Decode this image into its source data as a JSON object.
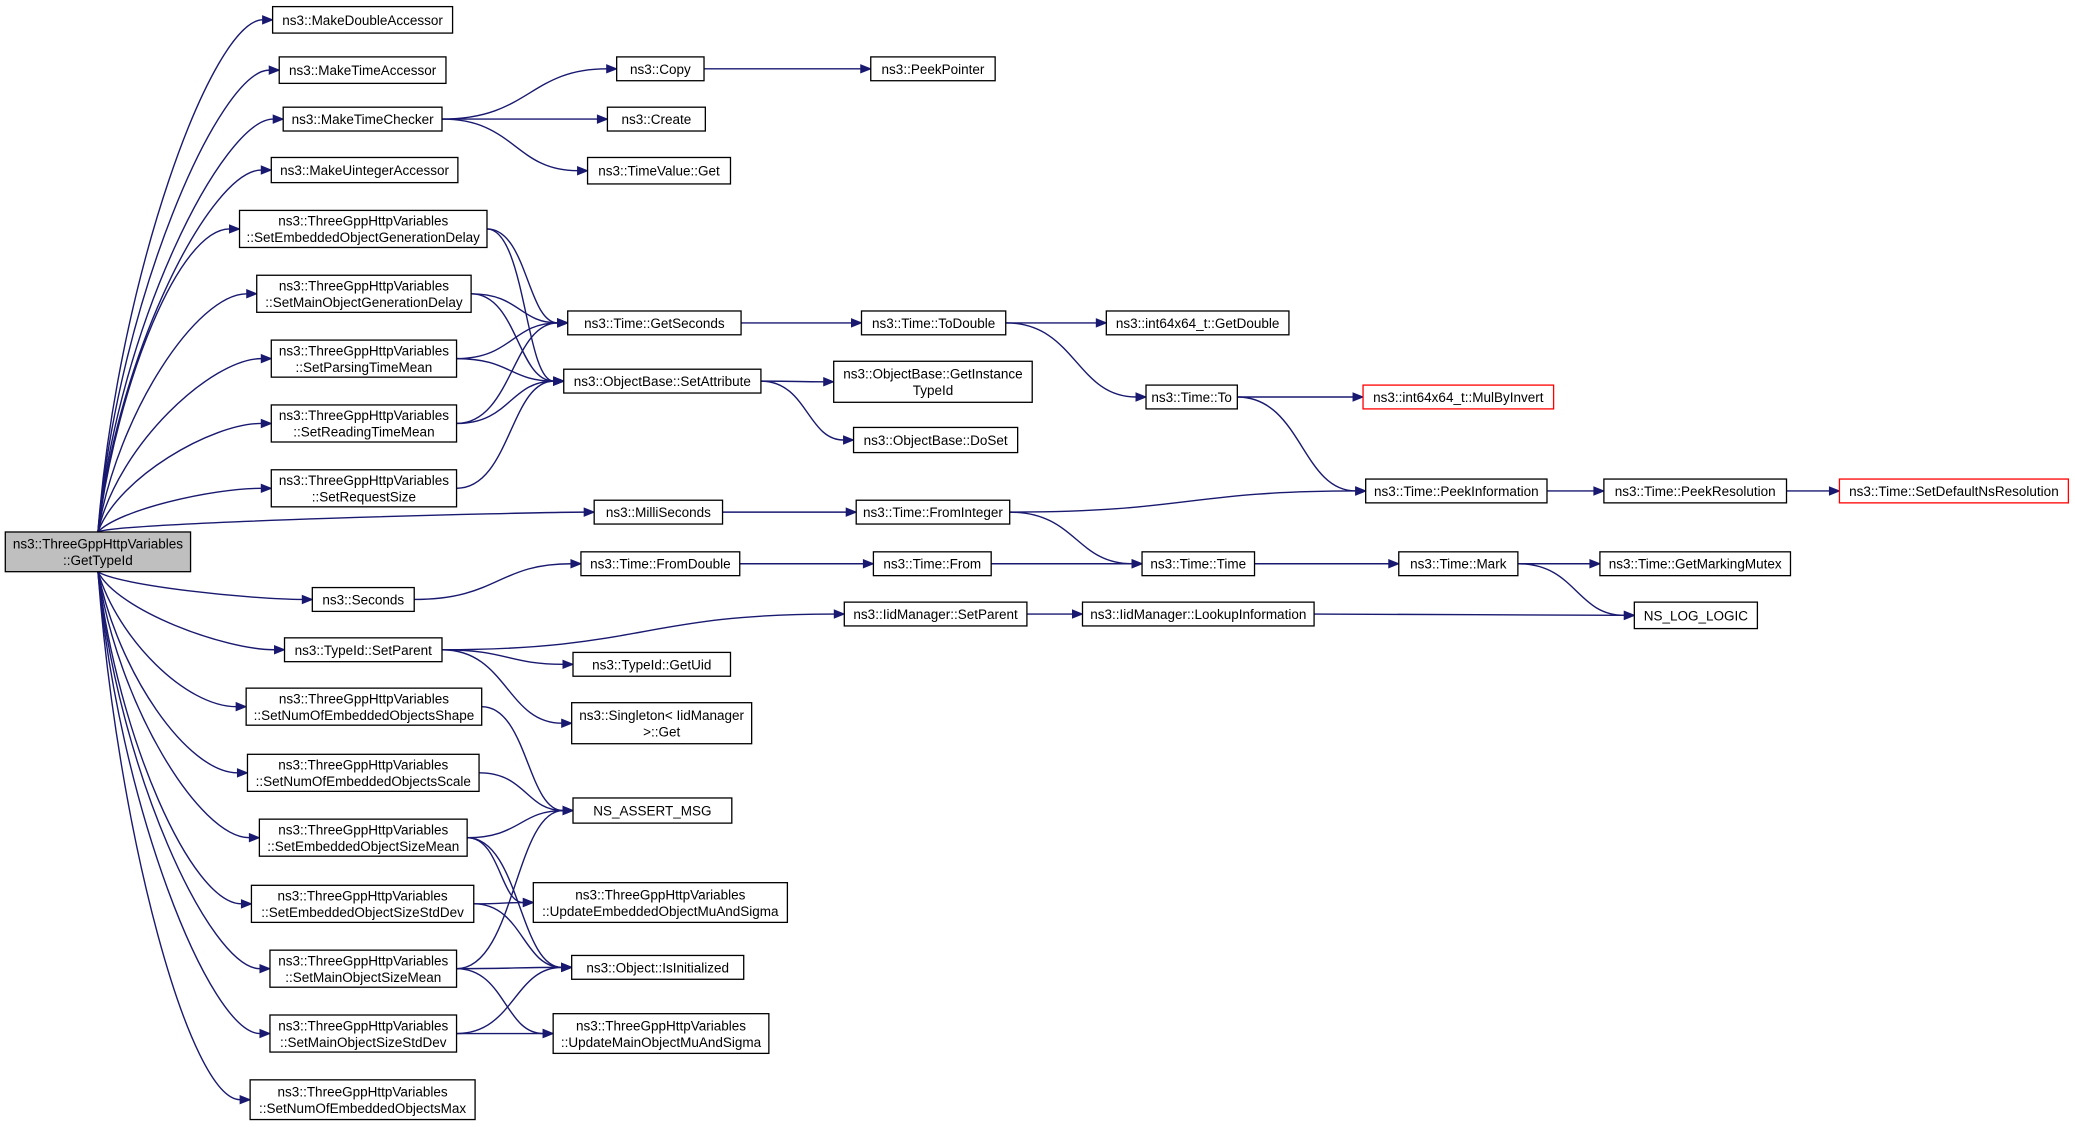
{
  "nodes": [
    {
      "id": "root",
      "lines": [
        "ns3::ThreeGppHttpVariables",
        "::GetTypeId"
      ],
      "root": true
    },
    {
      "id": "MakeDoubleAccessor",
      "lines": [
        "ns3::MakeDoubleAccessor"
      ]
    },
    {
      "id": "MakeTimeAccessor",
      "lines": [
        "ns3::MakeTimeAccessor"
      ]
    },
    {
      "id": "MakeTimeChecker",
      "lines": [
        "ns3::MakeTimeChecker"
      ]
    },
    {
      "id": "MakeUintegerAccessor",
      "lines": [
        "ns3::MakeUintegerAccessor"
      ]
    },
    {
      "id": "SetEmbObjGenDelay",
      "lines": [
        "ns3::ThreeGppHttpVariables",
        "::SetEmbeddedObjectGenerationDelay"
      ]
    },
    {
      "id": "SetMainObjGenDelay",
      "lines": [
        "ns3::ThreeGppHttpVariables",
        "::SetMainObjectGenerationDelay"
      ]
    },
    {
      "id": "SetParsingTimeMean",
      "lines": [
        "ns3::ThreeGppHttpVariables",
        "::SetParsingTimeMean"
      ]
    },
    {
      "id": "SetReadingTimeMean",
      "lines": [
        "ns3::ThreeGppHttpVariables",
        "::SetReadingTimeMean"
      ]
    },
    {
      "id": "SetRequestSize",
      "lines": [
        "ns3::ThreeGppHttpVariables",
        "::SetRequestSize"
      ]
    },
    {
      "id": "MilliSeconds",
      "lines": [
        "ns3::MilliSeconds"
      ]
    },
    {
      "id": "Seconds",
      "lines": [
        "ns3::Seconds"
      ]
    },
    {
      "id": "TypeIdSetParent",
      "lines": [
        "ns3::TypeId::SetParent"
      ]
    },
    {
      "id": "SetNumEmbShape",
      "lines": [
        "ns3::ThreeGppHttpVariables",
        "::SetNumOfEmbeddedObjectsShape"
      ]
    },
    {
      "id": "SetNumEmbScale",
      "lines": [
        "ns3::ThreeGppHttpVariables",
        "::SetNumOfEmbeddedObjectsScale"
      ]
    },
    {
      "id": "SetEmbSizeMean",
      "lines": [
        "ns3::ThreeGppHttpVariables",
        "::SetEmbeddedObjectSizeMean"
      ]
    },
    {
      "id": "SetEmbSizeStdDev",
      "lines": [
        "ns3::ThreeGppHttpVariables",
        "::SetEmbeddedObjectSizeStdDev"
      ]
    },
    {
      "id": "SetMainSizeMean",
      "lines": [
        "ns3::ThreeGppHttpVariables",
        "::SetMainObjectSizeMean"
      ]
    },
    {
      "id": "SetMainSizeStdDev",
      "lines": [
        "ns3::ThreeGppHttpVariables",
        "::SetMainObjectSizeStdDev"
      ]
    },
    {
      "id": "SetNumEmbMax",
      "lines": [
        "ns3::ThreeGppHttpVariables",
        "::SetNumOfEmbeddedObjectsMax"
      ]
    },
    {
      "id": "Copy",
      "lines": [
        "ns3::Copy"
      ]
    },
    {
      "id": "Create",
      "lines": [
        "ns3::Create"
      ]
    },
    {
      "id": "TimeValueGet",
      "lines": [
        "ns3::TimeValue::Get"
      ]
    },
    {
      "id": "PeekPointer",
      "lines": [
        "ns3::PeekPointer"
      ]
    },
    {
      "id": "GetSeconds",
      "lines": [
        "ns3::Time::GetSeconds"
      ]
    },
    {
      "id": "SetAttribute",
      "lines": [
        "ns3::ObjectBase::SetAttribute"
      ]
    },
    {
      "id": "GetInstanceTypeId",
      "lines": [
        "ns3::ObjectBase::GetInstance",
        "TypeId"
      ]
    },
    {
      "id": "DoSet",
      "lines": [
        "ns3::ObjectBase::DoSet"
      ]
    },
    {
      "id": "ToDouble",
      "lines": [
        "ns3::Time::ToDouble"
      ]
    },
    {
      "id": "GetDouble",
      "lines": [
        "ns3::int64x64_t::GetDouble"
      ]
    },
    {
      "id": "TimeTo",
      "lines": [
        "ns3::Time::To"
      ]
    },
    {
      "id": "MulByInvert",
      "lines": [
        "ns3::int64x64_t::MulByInvert"
      ],
      "red": true
    },
    {
      "id": "FromInteger",
      "lines": [
        "ns3::Time::FromInteger"
      ]
    },
    {
      "id": "PeekInformation",
      "lines": [
        "ns3::Time::PeekInformation"
      ]
    },
    {
      "id": "PeekResolution",
      "lines": [
        "ns3::Time::PeekResolution"
      ]
    },
    {
      "id": "SetDefaultNsRes",
      "lines": [
        "ns3::Time::SetDefaultNsResolution"
      ],
      "red": true
    },
    {
      "id": "FromDouble",
      "lines": [
        "ns3::Time::FromDouble"
      ]
    },
    {
      "id": "TimeFrom",
      "lines": [
        "ns3::Time::From"
      ]
    },
    {
      "id": "TimeTime",
      "lines": [
        "ns3::Time::Time"
      ]
    },
    {
      "id": "TimeMark",
      "lines": [
        "ns3::Time::Mark"
      ]
    },
    {
      "id": "GetMarkingMutex",
      "lines": [
        "ns3::Time::GetMarkingMutex"
      ]
    },
    {
      "id": "IidSetParent",
      "lines": [
        "ns3::IidManager::SetParent"
      ]
    },
    {
      "id": "LookupInformation",
      "lines": [
        "ns3::IidManager::LookupInformation"
      ]
    },
    {
      "id": "NsLogLogic",
      "lines": [
        "NS_LOG_LOGIC"
      ]
    },
    {
      "id": "TypeIdGetUid",
      "lines": [
        "ns3::TypeId::GetUid"
      ]
    },
    {
      "id": "SingletonGet",
      "lines": [
        "ns3::Singleton< IidManager",
        " >::Get"
      ]
    },
    {
      "id": "NsAssertMsg",
      "lines": [
        "NS_ASSERT_MSG"
      ]
    },
    {
      "id": "UpdEmbMuSigma",
      "lines": [
        "ns3::ThreeGppHttpVariables",
        "::UpdateEmbeddedObjectMuAndSigma"
      ]
    },
    {
      "id": "IsInitialized",
      "lines": [
        "ns3::Object::IsInitialized"
      ]
    },
    {
      "id": "UpdMainMuSigma",
      "lines": [
        "ns3::ThreeGppHttpVariables",
        "::UpdateMainObjectMuAndSigma"
      ]
    }
  ],
  "edges": [
    [
      "root",
      "MakeDoubleAccessor"
    ],
    [
      "root",
      "MakeTimeAccessor"
    ],
    [
      "root",
      "MakeTimeChecker"
    ],
    [
      "root",
      "MakeUintegerAccessor"
    ],
    [
      "root",
      "SetEmbObjGenDelay"
    ],
    [
      "root",
      "SetMainObjGenDelay"
    ],
    [
      "root",
      "SetParsingTimeMean"
    ],
    [
      "root",
      "SetReadingTimeMean"
    ],
    [
      "root",
      "SetRequestSize"
    ],
    [
      "root",
      "MilliSeconds"
    ],
    [
      "root",
      "Seconds"
    ],
    [
      "root",
      "TypeIdSetParent"
    ],
    [
      "root",
      "SetNumEmbShape"
    ],
    [
      "root",
      "SetNumEmbScale"
    ],
    [
      "root",
      "SetEmbSizeMean"
    ],
    [
      "root",
      "SetEmbSizeStdDev"
    ],
    [
      "root",
      "SetMainSizeMean"
    ],
    [
      "root",
      "SetMainSizeStdDev"
    ],
    [
      "root",
      "SetNumEmbMax"
    ],
    [
      "MakeTimeChecker",
      "Copy"
    ],
    [
      "MakeTimeChecker",
      "Create"
    ],
    [
      "MakeTimeChecker",
      "TimeValueGet"
    ],
    [
      "Copy",
      "PeekPointer"
    ],
    [
      "SetEmbObjGenDelay",
      "GetSeconds"
    ],
    [
      "SetEmbObjGenDelay",
      "SetAttribute"
    ],
    [
      "SetMainObjGenDelay",
      "GetSeconds"
    ],
    [
      "SetMainObjGenDelay",
      "SetAttribute"
    ],
    [
      "SetParsingTimeMean",
      "GetSeconds"
    ],
    [
      "SetParsingTimeMean",
      "SetAttribute"
    ],
    [
      "SetReadingTimeMean",
      "GetSeconds"
    ],
    [
      "SetReadingTimeMean",
      "SetAttribute"
    ],
    [
      "SetRequestSize",
      "SetAttribute"
    ],
    [
      "GetSeconds",
      "ToDouble"
    ],
    [
      "ToDouble",
      "GetDouble"
    ],
    [
      "ToDouble",
      "TimeTo"
    ],
    [
      "TimeTo",
      "MulByInvert"
    ],
    [
      "TimeTo",
      "PeekInformation"
    ],
    [
      "SetAttribute",
      "GetInstanceTypeId"
    ],
    [
      "SetAttribute",
      "DoSet"
    ],
    [
      "MilliSeconds",
      "FromInteger"
    ],
    [
      "FromInteger",
      "PeekInformation"
    ],
    [
      "FromInteger",
      "TimeTime"
    ],
    [
      "PeekInformation",
      "PeekResolution"
    ],
    [
      "PeekResolution",
      "SetDefaultNsRes"
    ],
    [
      "Seconds",
      "FromDouble"
    ],
    [
      "FromDouble",
      "TimeFrom"
    ],
    [
      "TimeFrom",
      "TimeTime"
    ],
    [
      "TimeTime",
      "TimeMark"
    ],
    [
      "TimeMark",
      "GetMarkingMutex"
    ],
    [
      "TimeMark",
      "NsLogLogic"
    ],
    [
      "TypeIdSetParent",
      "IidSetParent"
    ],
    [
      "TypeIdSetParent",
      "TypeIdGetUid"
    ],
    [
      "TypeIdSetParent",
      "SingletonGet"
    ],
    [
      "IidSetParent",
      "LookupInformation"
    ],
    [
      "LookupInformation",
      "NsLogLogic"
    ],
    [
      "SetNumEmbShape",
      "NsAssertMsg"
    ],
    [
      "SetNumEmbScale",
      "NsAssertMsg"
    ],
    [
      "SetEmbSizeMean",
      "NsAssertMsg"
    ],
    [
      "SetEmbSizeMean",
      "UpdEmbMuSigma"
    ],
    [
      "SetEmbSizeMean",
      "IsInitialized"
    ],
    [
      "SetEmbSizeStdDev",
      "UpdEmbMuSigma"
    ],
    [
      "SetEmbSizeStdDev",
      "IsInitialized"
    ],
    [
      "SetMainSizeMean",
      "NsAssertMsg"
    ],
    [
      "SetMainSizeMean",
      "IsInitialized"
    ],
    [
      "SetMainSizeMean",
      "UpdMainMuSigma"
    ],
    [
      "SetMainSizeStdDev",
      "IsInitialized"
    ],
    [
      "SetMainSizeStdDev",
      "UpdMainMuSigma"
    ]
  ]
}
